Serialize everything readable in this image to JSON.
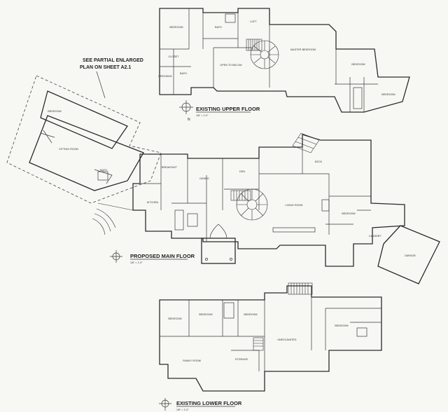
{
  "sheet_note": {
    "line1": "SEE PARTIAL ENLARGED",
    "line2": "PLAN ON SHEET A2.1"
  },
  "north_letter": "N",
  "upper_floor": {
    "title": "EXISTING UPPER FLOOR",
    "scale": "1/8\" = 1'-0\"",
    "rooms": {
      "guest_bedroom": "BEDROOM",
      "bath_a": "BATH",
      "loft": "LOFT",
      "closet": "CLOSET",
      "dressing": "DRESSING",
      "bath_b": "BATH",
      "open_to_below": "OPEN TO BELOW",
      "master_bedroom": "MASTER BEDROOM",
      "bedroom_east": "BEDROOM",
      "bedroom_far": "BEDROOM"
    }
  },
  "main_floor": {
    "title": "PROPOSED MAIN FLOOR",
    "scale": "1/8\" = 1'-0\"",
    "rooms": {
      "new_bedroom": "BEDROOM",
      "new_sitting_room": "SITTING ROOM",
      "bath": "BATH",
      "breakfast": "BREAKFAST",
      "kitchen": "KITCHEN",
      "dining": "DINING",
      "den": "DEN",
      "deck": "DECK",
      "living_room": "LIVING ROOM",
      "bedroom_east": "BEDROOM",
      "garage": "GARAGE",
      "laundry": "LAUNDRY"
    }
  },
  "lower_floor": {
    "title": "EXISTING LOWER FLOOR",
    "scale": "1/8\" = 1'-0\"",
    "rooms": {
      "bedroom_1": "BEDROOM",
      "bedroom_2": "BEDROOM",
      "bedroom_3": "BEDROOM",
      "family_room": "FAMILY ROOM",
      "unexcavated": "UNEXCAVATED",
      "storage": "STORAGE",
      "bedroom_east": "BEDROOM"
    }
  }
}
